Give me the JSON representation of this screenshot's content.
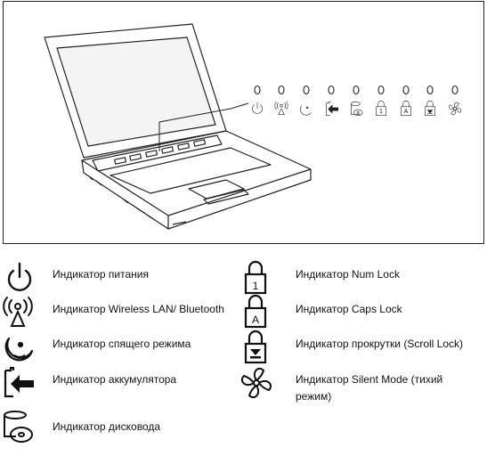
{
  "legend": {
    "left": [
      {
        "icon": "power-icon",
        "label": "Индикатор питания"
      },
      {
        "icon": "wireless-icon",
        "label": "Индикатор Wireless LAN/ Bluetooth"
      },
      {
        "icon": "sleep-moon-icon",
        "label": "Индикатор спящего режима"
      },
      {
        "icon": "battery-icon",
        "label": "Индикатор аккумулятора"
      },
      {
        "icon": "disk-drive-icon",
        "label": "Индикатор дисковода"
      }
    ],
    "right": [
      {
        "icon": "num-lock-icon",
        "label": "Индикатор Num Lock",
        "glyph": "1"
      },
      {
        "icon": "caps-lock-icon",
        "label": "Индикатор Caps Lock",
        "glyph": "A"
      },
      {
        "icon": "scroll-lock-icon",
        "label": "Индикатор прокрутки (Scroll Lock)"
      },
      {
        "icon": "fan-icon",
        "label": "Индикатор Silent Mode (тихий режим)"
      }
    ]
  },
  "indicator_strip": {
    "icons": [
      "power-icon",
      "wireless-icon",
      "sleep-moon-icon",
      "battery-icon",
      "disk-drive-icon",
      "num-lock-icon",
      "caps-lock-icon",
      "scroll-lock-icon",
      "fan-icon"
    ],
    "glyphs": {
      "num": "1",
      "caps": "A"
    }
  }
}
